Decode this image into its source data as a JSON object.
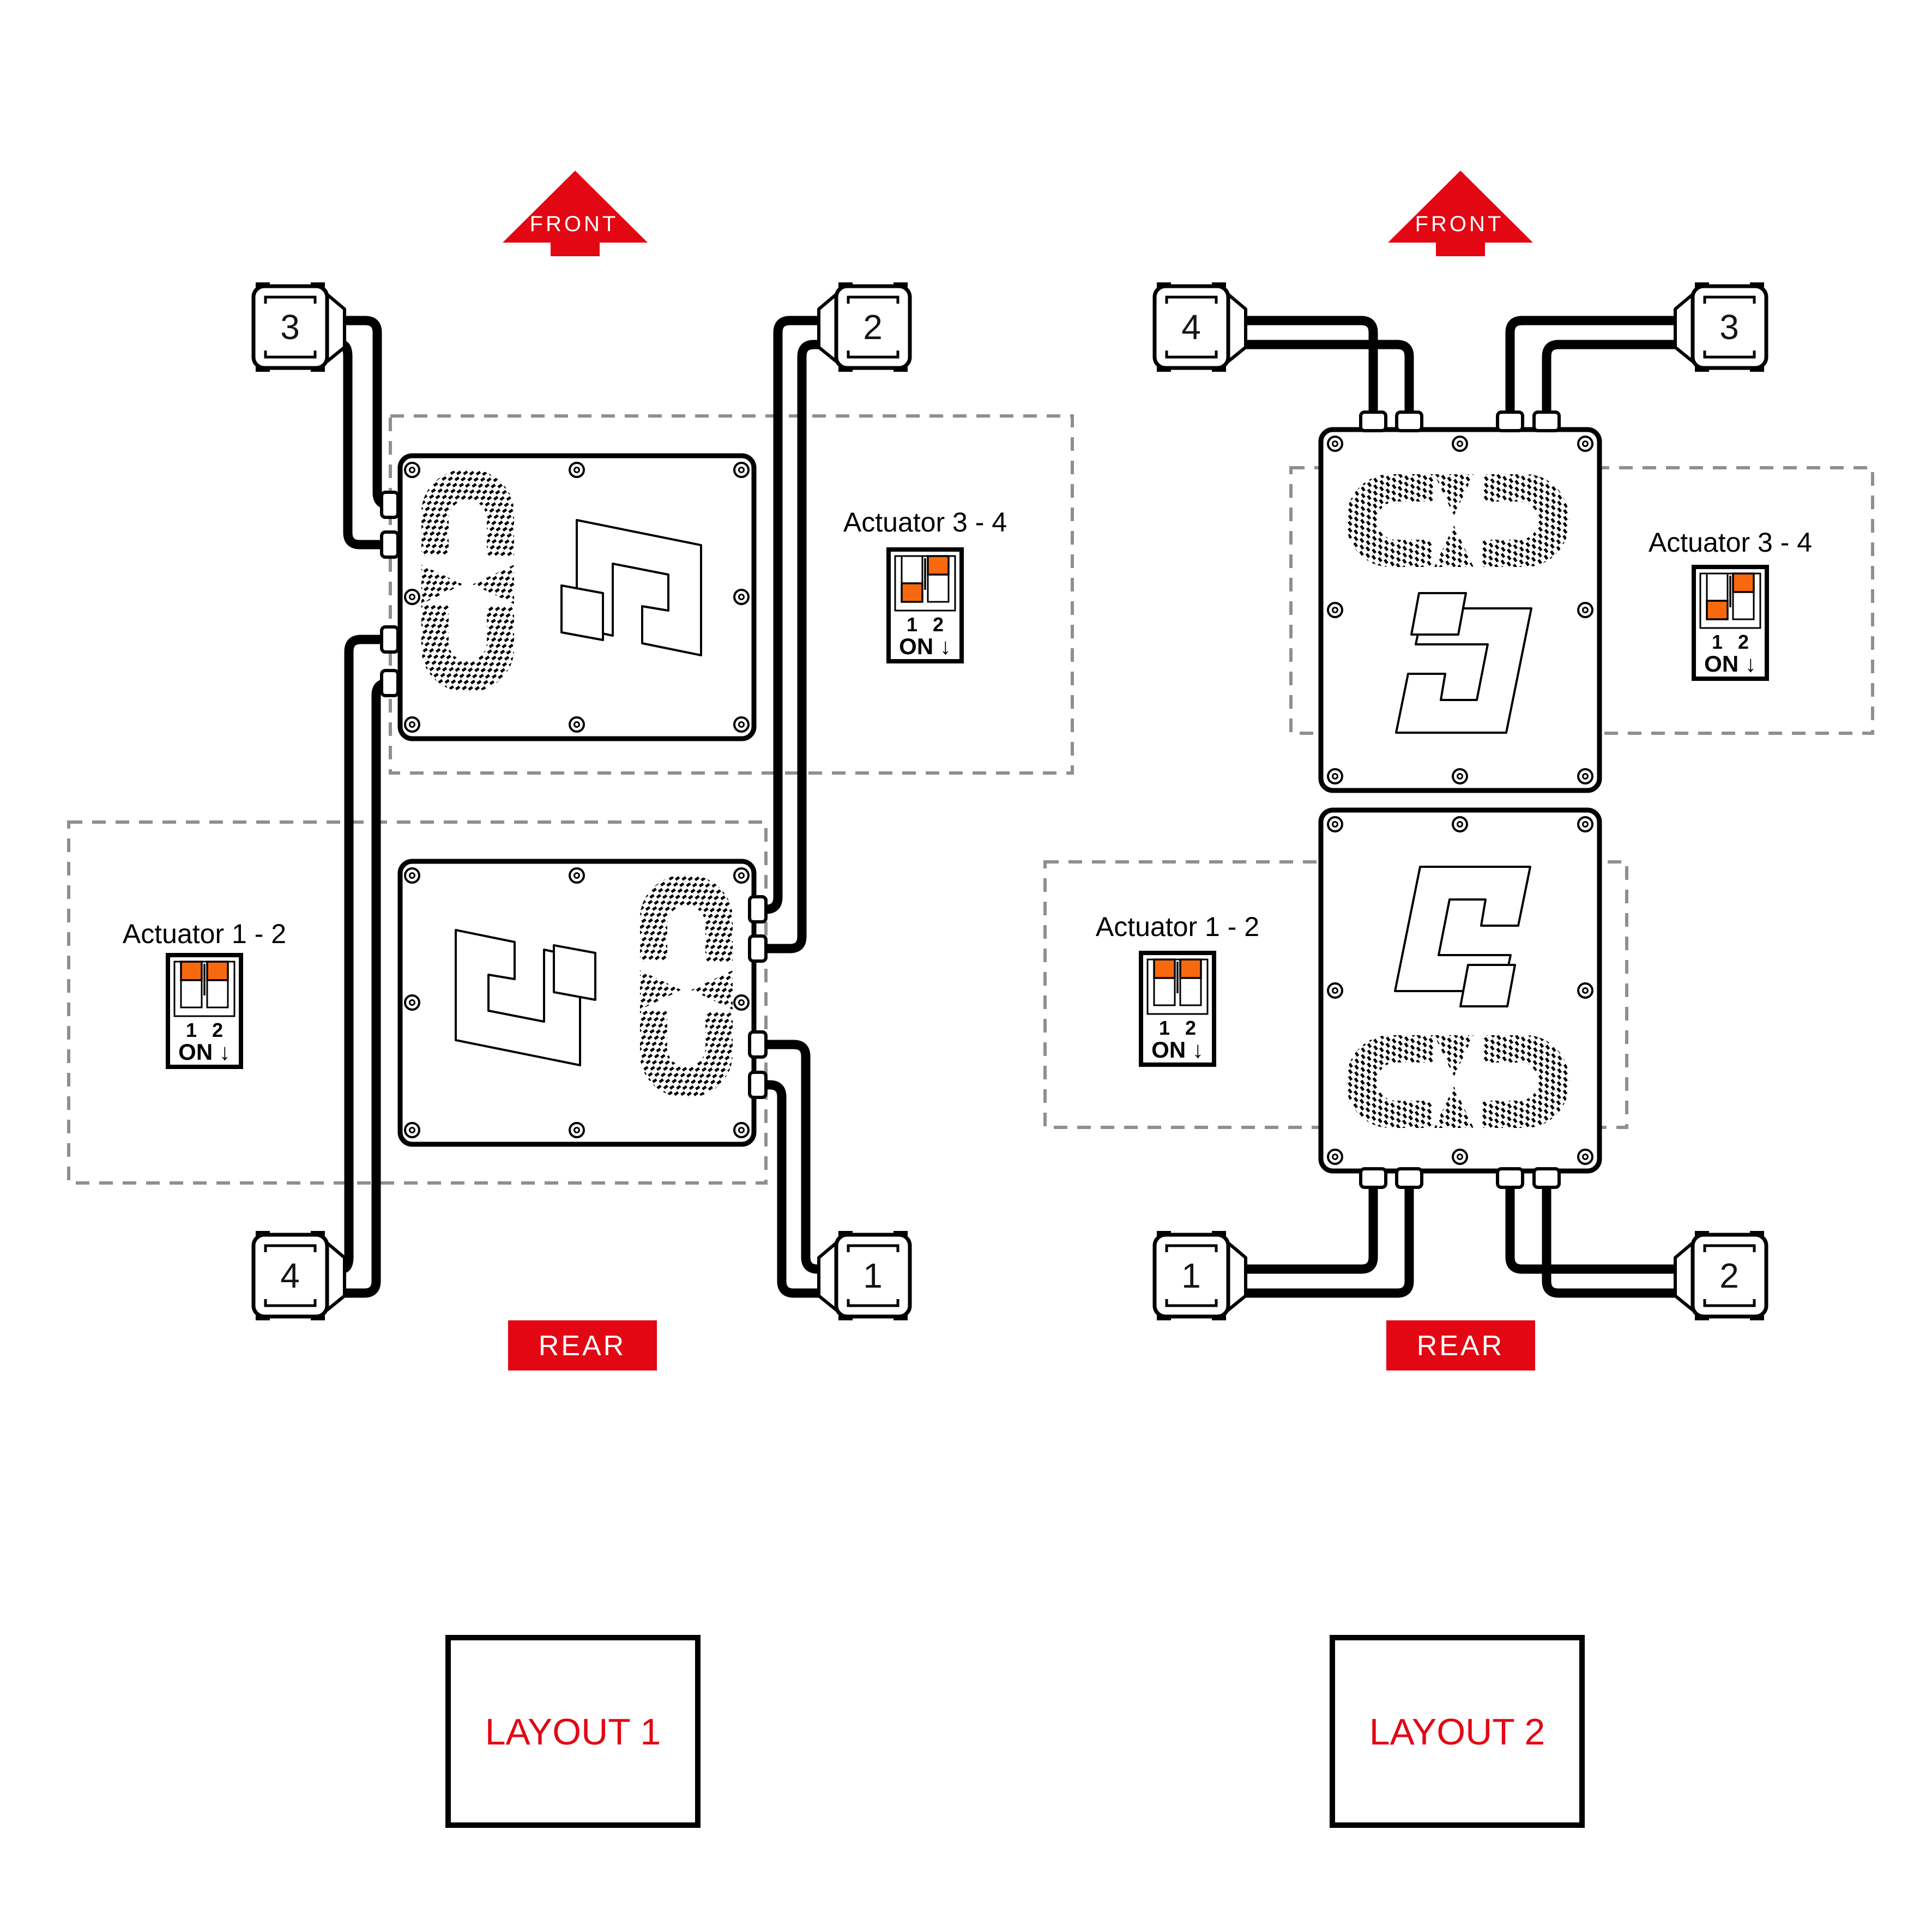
{
  "colors": {
    "brand_red": "#e30613",
    "switch_orange": "#f8690f",
    "dash_gray": "#8f8f8f",
    "ink_black": "#000000"
  },
  "layout1": {
    "caption": "LAYOUT 1",
    "front_label": "FRONT",
    "rear_label": "REAR",
    "connectors": {
      "top_left": "3",
      "top_right": "2",
      "bottom_left": "4",
      "bottom_right": "1"
    },
    "actuator34": {
      "label": "Actuator 3 - 4",
      "dip": {
        "pos1": "1",
        "pos2": "2",
        "on_label": "ON ↓",
        "switch1": "down",
        "switch2": "up"
      }
    },
    "actuator12": {
      "label": "Actuator 1 - 2",
      "dip": {
        "pos1": "1",
        "pos2": "2",
        "on_label": "ON ↓",
        "switch1": "up",
        "switch2": "up"
      }
    }
  },
  "layout2": {
    "caption": "LAYOUT 2",
    "front_label": "FRONT",
    "rear_label": "REAR",
    "connectors": {
      "top_left": "4",
      "top_right": "3",
      "bottom_left": "1",
      "bottom_right": "2"
    },
    "actuator34": {
      "label": "Actuator 3 - 4",
      "dip": {
        "pos1": "1",
        "pos2": "2",
        "on_label": "ON ↓",
        "switch1": "down",
        "switch2": "up"
      }
    },
    "actuator12": {
      "label": "Actuator 1 - 2",
      "dip": {
        "pos1": "1",
        "pos2": "2",
        "on_label": "ON ↓",
        "switch1": "up",
        "switch2": "up"
      }
    }
  }
}
